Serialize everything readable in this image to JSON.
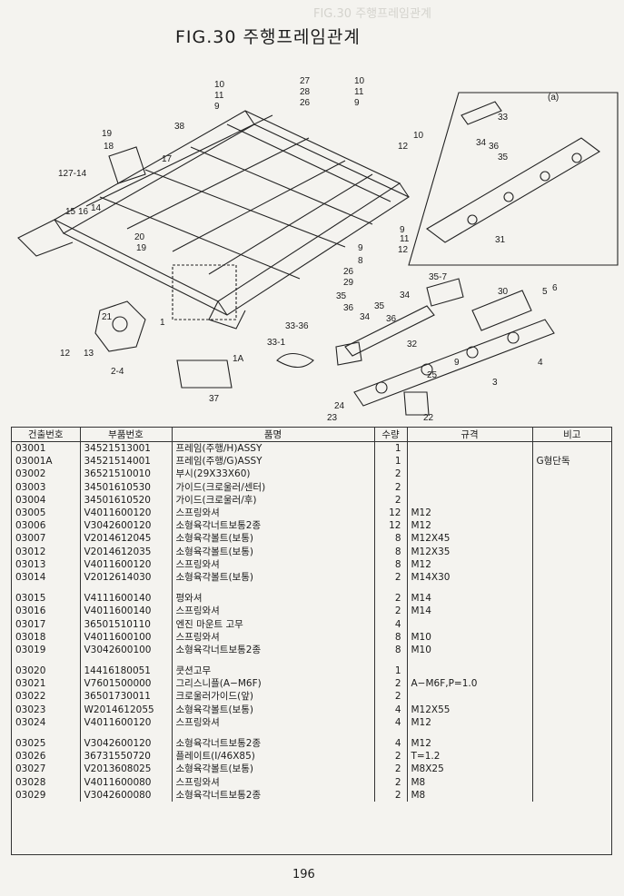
{
  "page": {
    "title": "FIG.30 주행프레임관계",
    "ghost_title": "FIG.30 주행프레임관계",
    "page_number": "196"
  },
  "diagram": {
    "labels": [
      "10",
      "11",
      "9",
      "27",
      "28",
      "26",
      "10",
      "11",
      "9",
      "38",
      "19",
      "18",
      "17",
      "127-14",
      "15",
      "16",
      "14",
      "10",
      "11",
      "9",
      "12",
      "20",
      "19",
      "26",
      "29",
      "8",
      "9",
      "21",
      "1",
      "12",
      "13",
      "2-4",
      "1A",
      "37",
      "35-7",
      "35",
      "36",
      "34",
      "32",
      "30",
      "5",
      "6",
      "33-36",
      "33-1",
      "31",
      "3",
      "25",
      "24",
      "23",
      "22",
      "33",
      "34",
      "36",
      "35",
      "(a)",
      "4",
      "9",
      "10",
      "12"
    ]
  },
  "table": {
    "headers": [
      "건출번호",
      "부품번호",
      "품명",
      "수량",
      "규격",
      "비고"
    ],
    "rows": [
      {
        "no": "03001",
        "part": "34521513001",
        "name": "프레임(주행/H)ASSY",
        "qty": "1",
        "spec": "",
        "note": ""
      },
      {
        "no": "03001A",
        "part": "34521514001",
        "name": "프레임(주행/G)ASSY",
        "qty": "1",
        "spec": "",
        "note": "G형단독"
      },
      {
        "no": "03002",
        "part": "36521510010",
        "name": "부시(29X33X60)",
        "qty": "2",
        "spec": "",
        "note": ""
      },
      {
        "no": "03003",
        "part": "34501610530",
        "name": "가이드(크로울러/센터)",
        "qty": "2",
        "spec": "",
        "note": ""
      },
      {
        "no": "03004",
        "part": "34501610520",
        "name": "가이드(크로울러/후)",
        "qty": "2",
        "spec": "",
        "note": ""
      },
      {
        "no": "03005",
        "part": "V4011600120",
        "name": "스프링와셔",
        "qty": "12",
        "spec": "M12",
        "note": ""
      },
      {
        "no": "03006",
        "part": "V3042600120",
        "name": "소형육각너트보통2종",
        "qty": "12",
        "spec": "M12",
        "note": ""
      },
      {
        "no": "03007",
        "part": "V2014612045",
        "name": "소형육각볼트(보통)",
        "qty": "8",
        "spec": "M12X45",
        "note": ""
      },
      {
        "no": "03012",
        "part": "V2014612035",
        "name": "소형육각볼트(보통)",
        "qty": "8",
        "spec": "M12X35",
        "note": ""
      },
      {
        "no": "03013",
        "part": "V4011600120",
        "name": "스프링와셔",
        "qty": "8",
        "spec": "M12",
        "note": ""
      },
      {
        "no": "03014",
        "part": "V2012614030",
        "name": "소형육각볼트(보통)",
        "qty": "2",
        "spec": "M14X30",
        "note": ""
      },
      {
        "gap": true
      },
      {
        "no": "03015",
        "part": "V4111600140",
        "name": "평와셔",
        "qty": "2",
        "spec": "M14",
        "note": ""
      },
      {
        "no": "03016",
        "part": "V4011600140",
        "name": "스프링와셔",
        "qty": "2",
        "spec": "M14",
        "note": ""
      },
      {
        "no": "03017",
        "part": "36501510110",
        "name": "엔진 마운트 고무",
        "qty": "4",
        "spec": "",
        "note": ""
      },
      {
        "no": "03018",
        "part": "V4011600100",
        "name": "스프링와셔",
        "qty": "8",
        "spec": "M10",
        "note": ""
      },
      {
        "no": "03019",
        "part": "V3042600100",
        "name": "소형육각너트보통2종",
        "qty": "8",
        "spec": "M10",
        "note": ""
      },
      {
        "gap": true
      },
      {
        "no": "03020",
        "part": "14416180051",
        "name": "쿳션고무",
        "qty": "1",
        "spec": "",
        "note": ""
      },
      {
        "no": "03021",
        "part": "V7601500000",
        "name": "그리스니플(A−M6F)",
        "qty": "2",
        "spec": "A−M6F,P=1.0",
        "note": ""
      },
      {
        "no": "03022",
        "part": "36501730011",
        "name": "크로울러가이드(앞)",
        "qty": "2",
        "spec": "",
        "note": ""
      },
      {
        "no": "03023",
        "part": "W2014612055",
        "name": "소형육각볼트(보통)",
        "qty": "4",
        "spec": "M12X55",
        "note": ""
      },
      {
        "no": "03024",
        "part": "V4011600120",
        "name": "스프링와셔",
        "qty": "4",
        "spec": "M12",
        "note": ""
      },
      {
        "gap": true
      },
      {
        "no": "03025",
        "part": "V3042600120",
        "name": "소형육각너트보통2종",
        "qty": "4",
        "spec": "M12",
        "note": ""
      },
      {
        "no": "03026",
        "part": "36731550720",
        "name": "플레이트(I/46X85)",
        "qty": "2",
        "spec": "T=1.2",
        "note": ""
      },
      {
        "no": "03027",
        "part": "V2013608025",
        "name": "소형육각볼트(보통)",
        "qty": "2",
        "spec": "M8X25",
        "note": ""
      },
      {
        "no": "03028",
        "part": "V4011600080",
        "name": "스프링와셔",
        "qty": "2",
        "spec": "M8",
        "note": ""
      },
      {
        "no": "03029",
        "part": "V3042600080",
        "name": "소형육각너트보통2종",
        "qty": "2",
        "spec": "M8",
        "note": ""
      }
    ]
  }
}
